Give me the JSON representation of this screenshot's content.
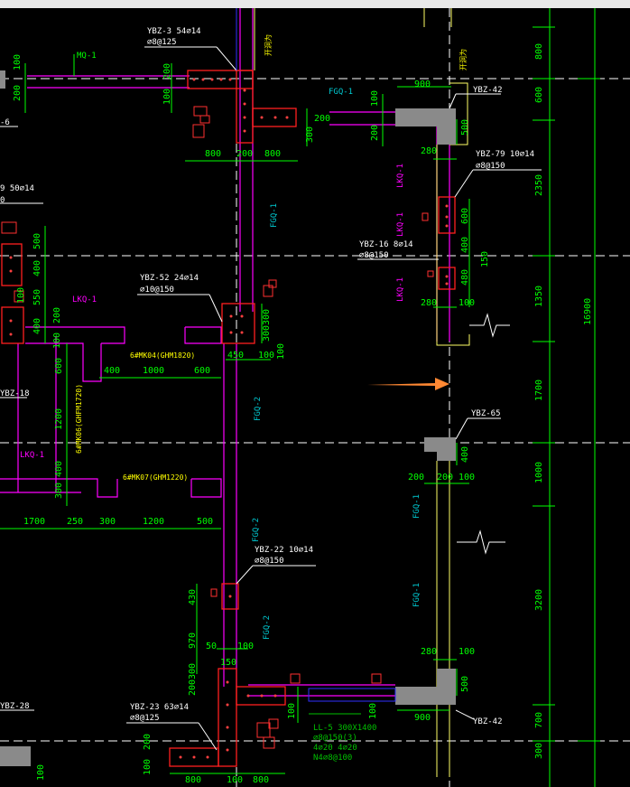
{
  "colors": {
    "background": "#000000",
    "dimension": "#00ff00",
    "wall": "#ff00ff",
    "column_outline": "#ffff66",
    "rebar": "#ff2020",
    "hatch": "#8a8a8a",
    "label": "#ffffff",
    "window_tag": "#00c8d0",
    "door_tag": "#ffff00",
    "lko_tag": "#ff00ff",
    "beam_note": "#00c000",
    "arrow": "#ff8833",
    "axis": "#ffffff"
  },
  "labels": {
    "ybz3": "YBZ-3 54⌀14",
    "ybz3_stir": "⌀8@125",
    "ybz42_top": "YBZ-42",
    "ybz42_bot": "YBZ-42",
    "ybz79": "YBZ-79 10⌀14",
    "ybz79_stir": "⌀8@150",
    "ybz16": "YBZ-16 8⌀14",
    "ybz16_stir": "⌀8@150",
    "ybz52": "YBZ-52 24⌀14",
    "ybz52_stir": "⌀10@150",
    "ybz18": "YBZ-18",
    "ybz65": "YBZ-65",
    "ybz22": "YBZ-22 10⌀14",
    "ybz22_stir": "⌀8@150",
    "ybz28": "YBZ-28",
    "ybz23": "YBZ-23 63⌀14",
    "ybz23_stir": "⌀8@125",
    "left_cut": "9 50⌀14",
    "left_cut2": "0",
    "left_six": "-6",
    "mq1": "MQ-1",
    "ll5": "LL-5 300X1400",
    "ll5_a": "⌀8@150(3)",
    "ll5_b": "4⌀20 4⌀20",
    "ll5_c": "N4⌀8@100",
    "door1": "6#MK04(GHM1820)",
    "door2": "6#MK07(GHM1220)",
    "door_v": "6#MK06(GHFM1720)",
    "kaidong": "开洞为",
    "kaidong2": "开洞为"
  },
  "tags": {
    "fgq1": "FGQ-1",
    "fgq2": "FGQ-2",
    "lkq1": "LKQ-1"
  },
  "dims": {
    "d100": "100",
    "d200": "200",
    "d280": "280",
    "d300": "300",
    "d400": "400",
    "d430": "430",
    "d450": "450",
    "d480": "480",
    "d500": "500",
    "d550": "550",
    "d600": "600",
    "d700": "700",
    "d800": "800",
    "d900": "900",
    "d970": "970",
    "d1000": "1000",
    "d1200": "1200",
    "d1350": "1350",
    "d1700": "1700",
    "d2350": "2350",
    "d3200": "3200",
    "d16900": "16900",
    "d250": "250",
    "d150": "150",
    "d50": "50",
    "d100b": "100"
  }
}
